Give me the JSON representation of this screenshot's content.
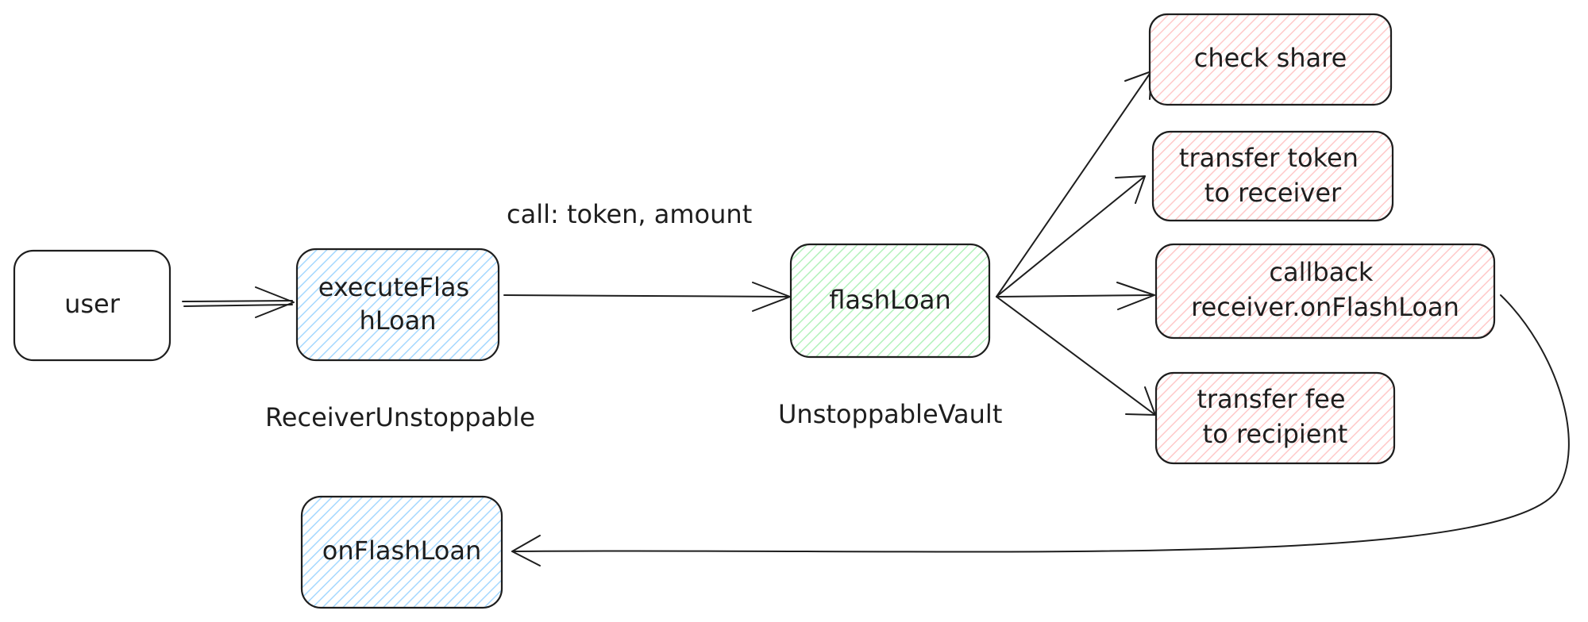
{
  "nodes": {
    "user": {
      "lines": [
        "user"
      ],
      "fill": "#ffffff"
    },
    "execute_flash_loan": {
      "lines": [
        "executeFlas",
        "hLoan"
      ],
      "fill": "#a5d8ff"
    },
    "flash_loan": {
      "lines": [
        "flashLoan"
      ],
      "fill": "#b2f2bb"
    },
    "check_share": {
      "lines": [
        "check share"
      ],
      "fill": "#ffc9c9"
    },
    "transfer_token": {
      "lines": [
        "transfer token",
        "to receiver"
      ],
      "fill": "#ffc9c9"
    },
    "callback": {
      "lines": [
        "callback",
        "receiver.onFlashLoan"
      ],
      "fill": "#ffc9c9"
    },
    "transfer_fee": {
      "lines": [
        "transfer fee",
        "to recipient"
      ],
      "fill": "#ffc9c9"
    },
    "on_flash_loan": {
      "lines": [
        "onFlashLoan"
      ],
      "fill": "#a5d8ff"
    }
  },
  "labels": {
    "call_args": "call: token, amount",
    "receiver_contract": "ReceiverUnstoppable",
    "vault_contract": "UnstoppableVault"
  },
  "edges": [
    {
      "from": "user",
      "to": "execute_flash_loan"
    },
    {
      "from": "execute_flash_loan",
      "to": "flash_loan",
      "label": "call: token, amount"
    },
    {
      "from": "flash_loan",
      "to": "check_share"
    },
    {
      "from": "flash_loan",
      "to": "transfer_token"
    },
    {
      "from": "flash_loan",
      "to": "callback"
    },
    {
      "from": "flash_loan",
      "to": "transfer_fee"
    },
    {
      "from": "callback",
      "to": "on_flash_loan"
    }
  ]
}
